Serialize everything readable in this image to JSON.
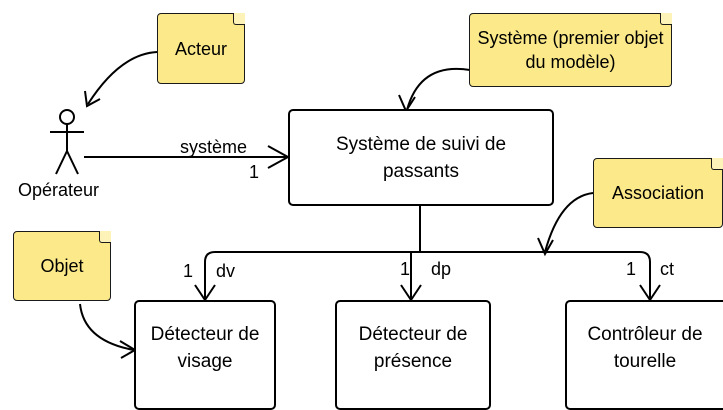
{
  "notes": {
    "acteur": "Acteur",
    "systeme": "Système (premier objet du modèle)",
    "association": "Association",
    "objet": "Objet"
  },
  "actor": {
    "label": "Opérateur",
    "icon": "stick-figure-icon"
  },
  "boxes": {
    "system": "Système de suivi de passants",
    "visage": "Détecteur de visage",
    "presence": "Détecteur de présence",
    "tourelle": "Contrôleur de tourelle"
  },
  "links": {
    "operator_role": "système",
    "operator_mult": "1",
    "dv_mult": "1",
    "dv_role": "dv",
    "dp_mult": "1",
    "dp_role": "dp",
    "ct_mult": "1",
    "ct_role": "ct"
  },
  "colors": {
    "note_fill": "#fbe98a",
    "stroke": "#000000",
    "background": "#ffffff"
  }
}
